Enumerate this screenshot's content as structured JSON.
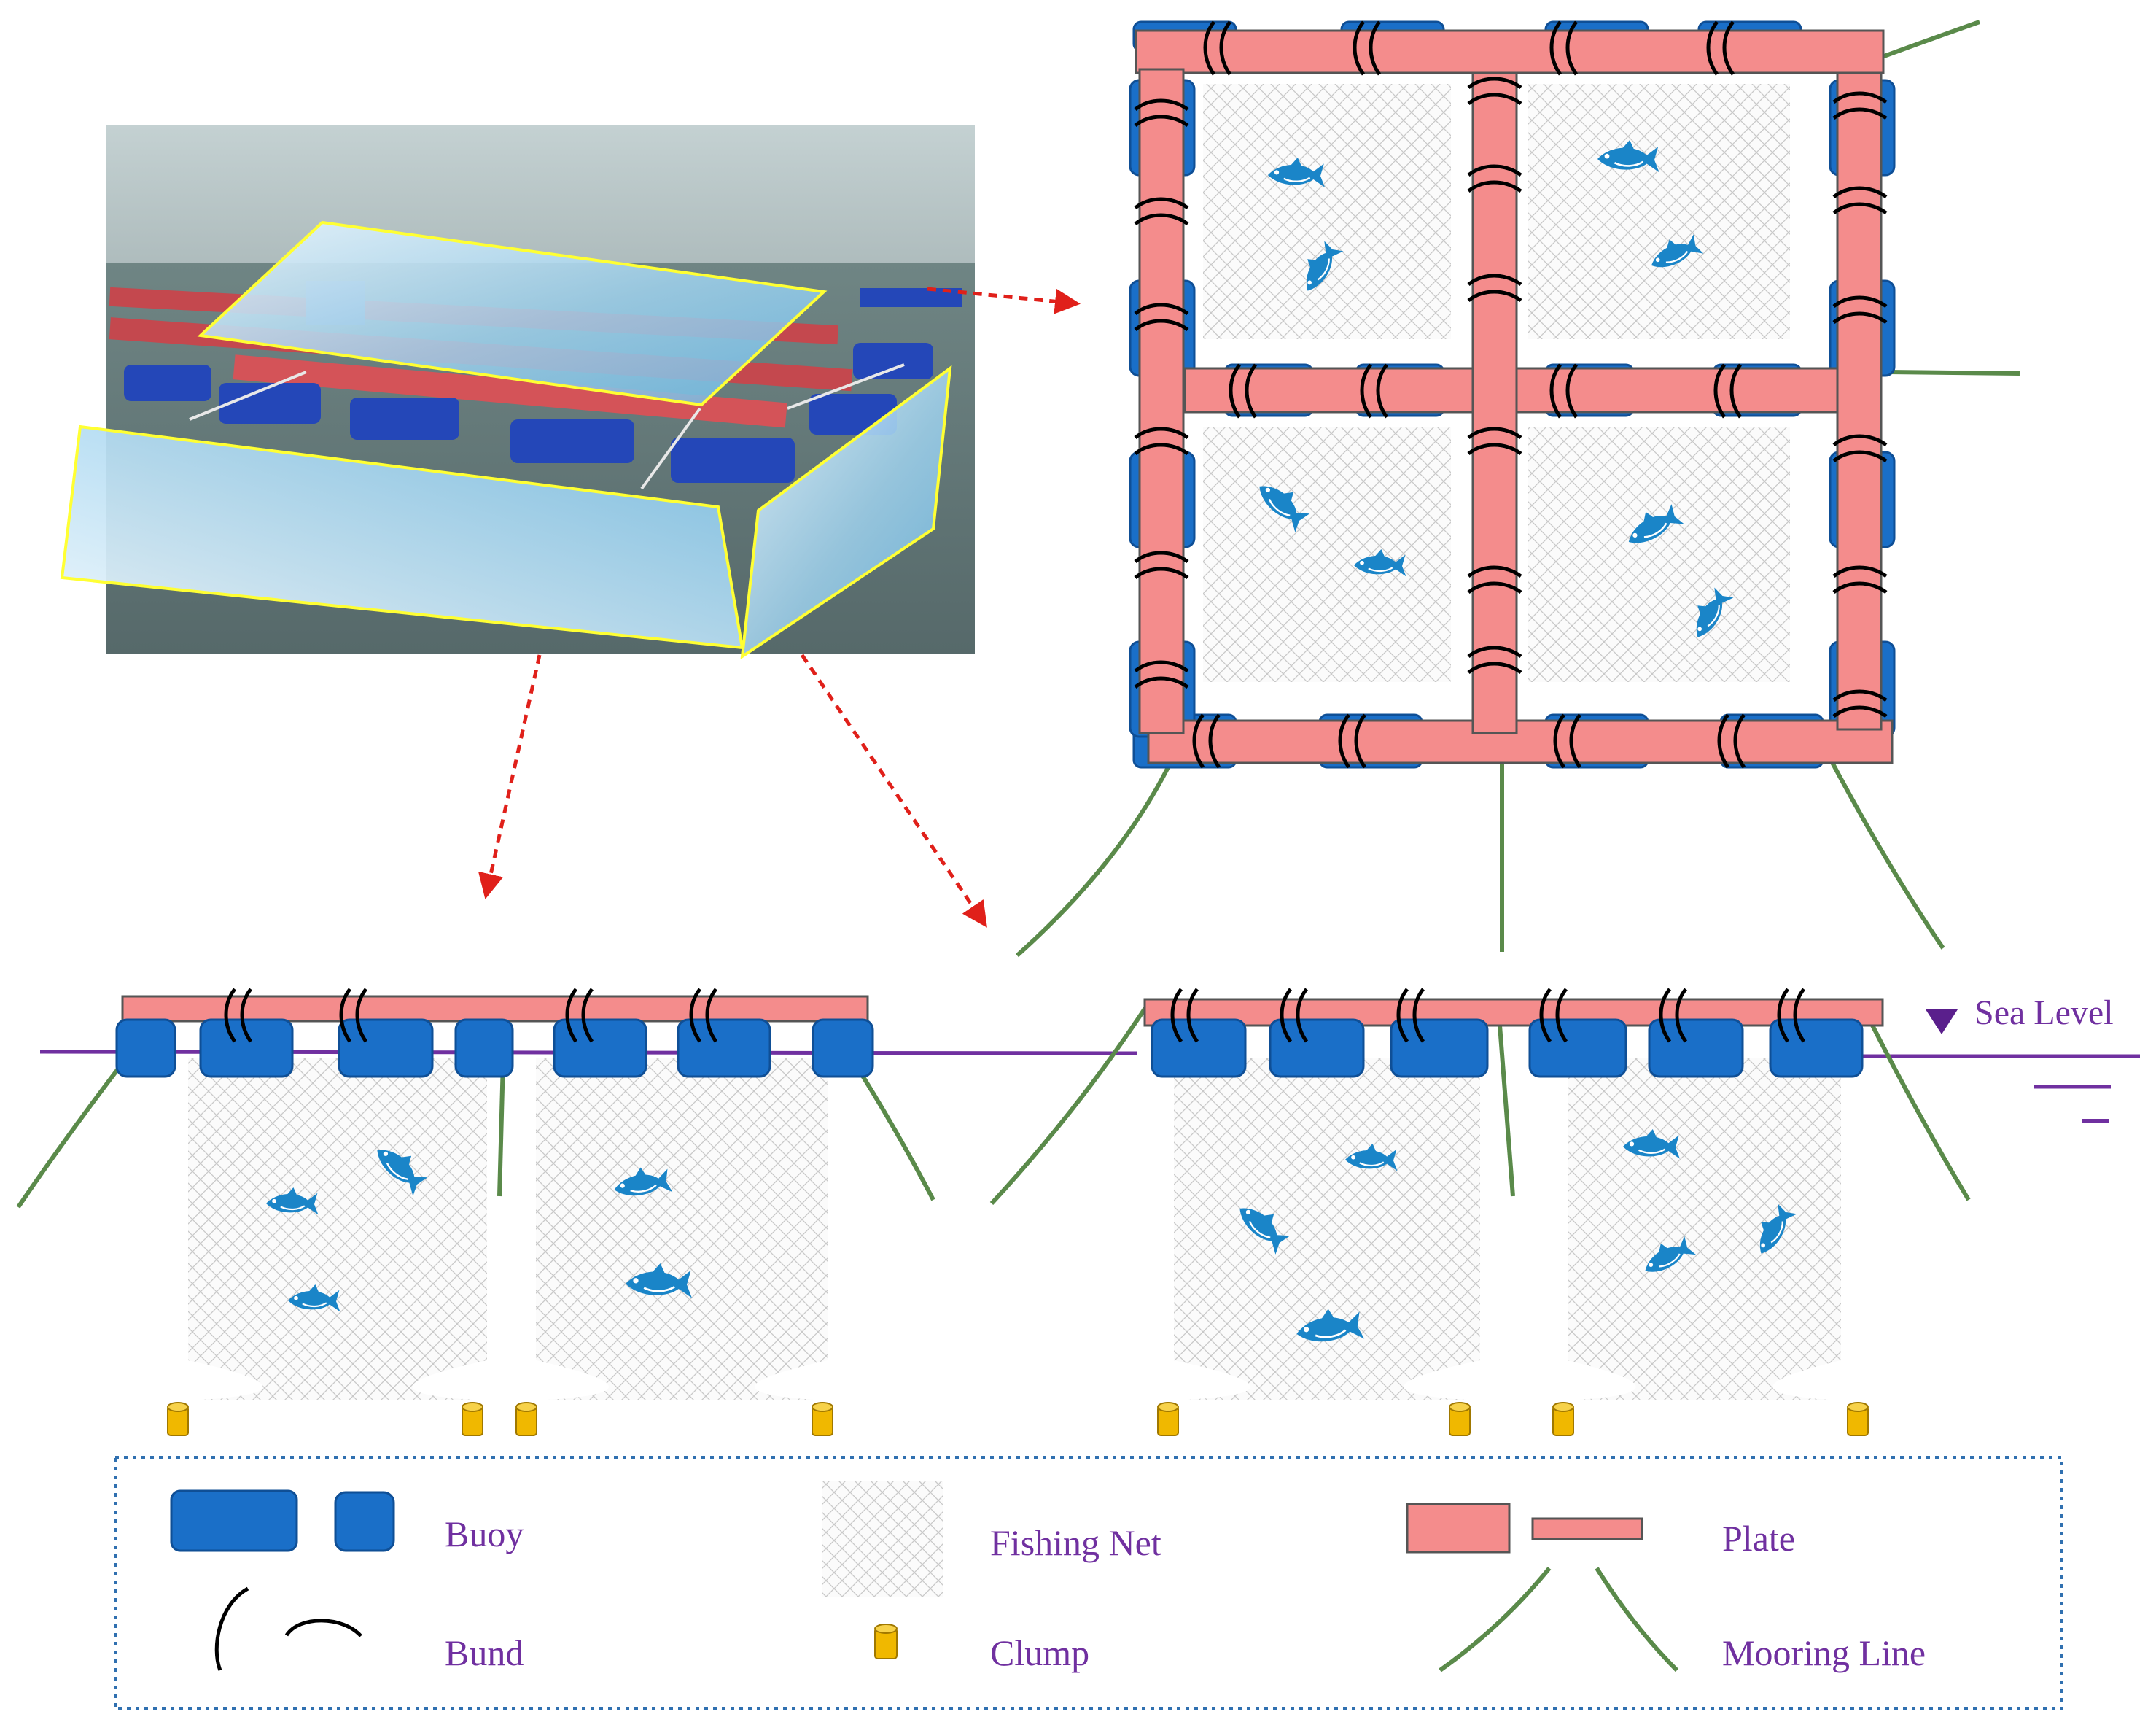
{
  "labels": {
    "sea_level": "Sea Level"
  },
  "legend": {
    "buoy": "Buoy",
    "fishing_net": "Fishing Net",
    "plate": "Plate",
    "bund": "Bund",
    "clump": "Clump",
    "mooring_line": "Mooring Line"
  },
  "colors": {
    "plate_fill": "#f48c8c",
    "plate_edge": "#555555",
    "buoy_fill": "#1a6fc8",
    "buoy_edge": "#0f4f96",
    "fish": "#1a85c8",
    "mooring": "#5a8a4a",
    "clump": "#f0b800",
    "sea_line": "#7030a0",
    "arrow": "#e0201a",
    "legend_border": "#3070b0",
    "photo_outline": "#ffff33"
  }
}
